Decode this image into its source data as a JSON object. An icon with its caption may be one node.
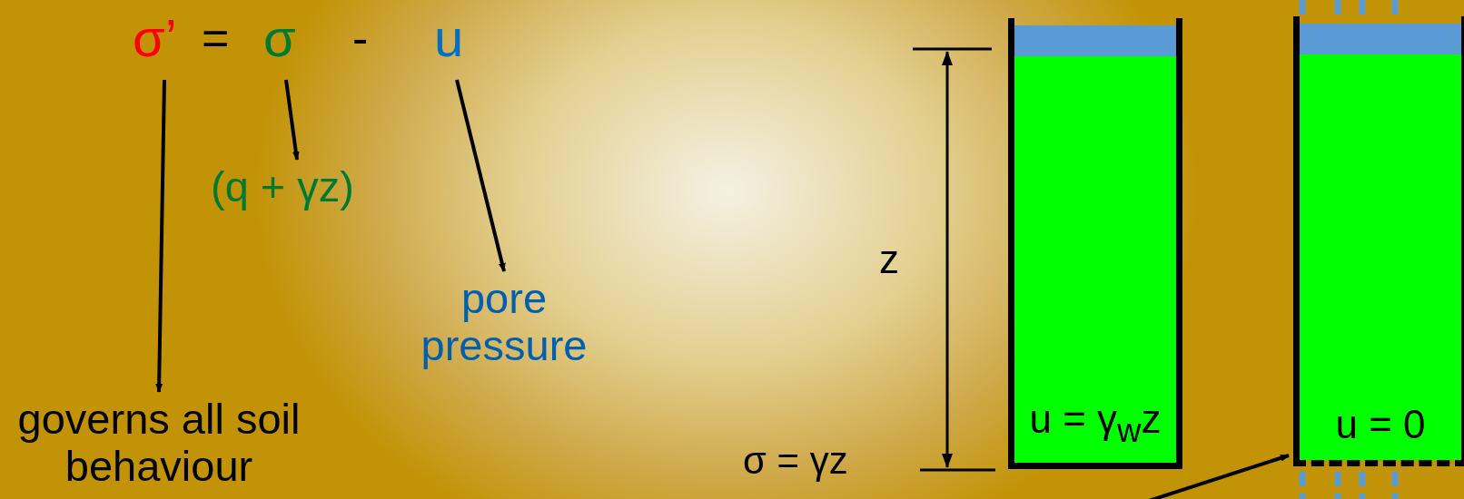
{
  "diagram": {
    "nodes": [
      {
        "text": [
          "σ’"
        ]
      },
      {
        "text": [
          "σ"
        ]
      },
      {
        "text": [
          "u"
        ]
      },
      {
        "text": [
          "governs all soil behaviour"
        ]
      },
      {
        "text": [
          "(q + γz)"
        ]
      },
      {
        "text": [
          "pore pressure"
        ]
      },
      {
        "text": [
          "u = γ$_{w}$z"
        ]
      },
      {
        "text": [
          "u = 0"
        ]
      }
    ],
    "edges": [
      {
        "from": 0,
        "to": 3,
        "arrow": "to"
      },
      {
        "from": 1,
        "to": 4,
        "arrow": "to"
      },
      {
        "from": 2,
        "to": 5,
        "arrow": "to"
      },
      {
        "from": null,
        "to": 7,
        "arrow": "to"
      }
    ],
    "labels": [
      "=",
      "-",
      "z",
      "σ = γz"
    ]
  }
}
